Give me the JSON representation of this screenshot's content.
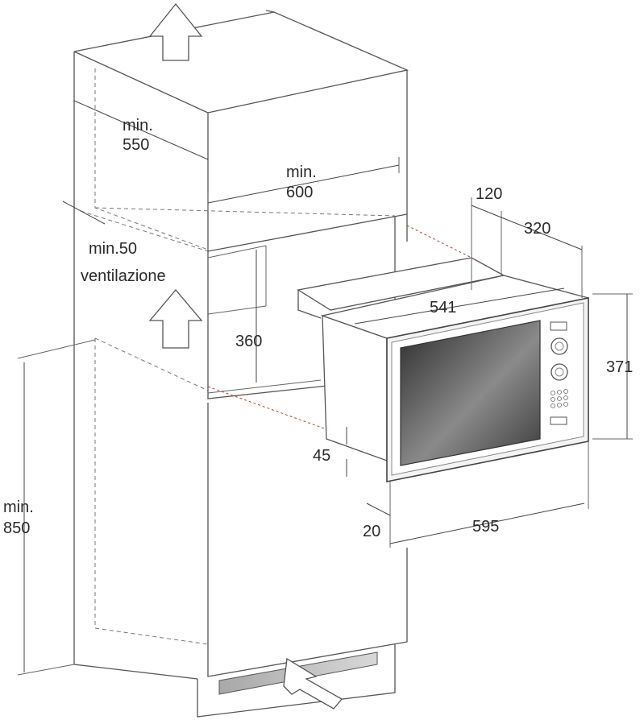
{
  "labels": {
    "depth_min": "min.",
    "depth_val": "550",
    "width_min": "min.",
    "width_val": "600",
    "vent_val": "min.50",
    "vent_word": "ventilazione",
    "niche_h": "360",
    "d120": "120",
    "d320": "320",
    "d541": "541",
    "d371": "371",
    "d45": "45",
    "d20": "20",
    "d595": "595",
    "height_min": "min.",
    "height_val": "850"
  },
  "colors": {
    "line": "#555555",
    "guide_red": "#c0392b",
    "glass_dark": "#2b2b2b",
    "glass_mid": "#8a8a8a",
    "vent_grey": "#bdbdbd"
  },
  "icons": [
    "arrow-up-icon",
    "arrow-up-icon",
    "arrow-in-icon"
  ]
}
